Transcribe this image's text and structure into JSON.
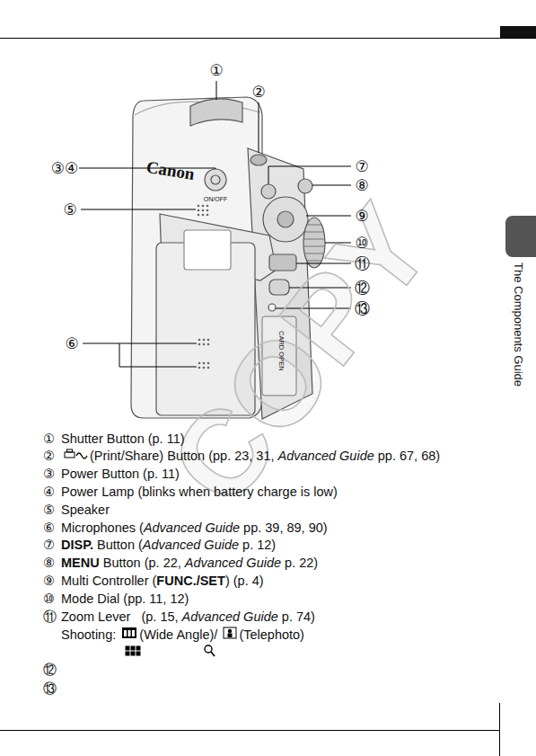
{
  "diagram": {
    "labels": [
      "①",
      "②",
      "③④",
      "⑤",
      "⑥",
      "⑦",
      "⑧",
      "⑨",
      "⑩",
      "⑪",
      "⑫",
      "⑬",
      "Canon",
      "ON/OFF",
      "CARD OPEN",
      "COPY",
      "The Components Guide",
      "①",
      "Shutter Button (p. 11)",
      "②",
      "(Print/Share) Button (pp. 23, 31, ",
      "Advanced Guide",
      " pp. 67, 68)",
      "③",
      "Power Button (p. 11)",
      "④",
      "Power Lamp (blinks when battery charge is low)",
      "⑤",
      "Speaker",
      "⑥",
      "Microphones (",
      "Advanced Guide",
      " pp. 39, 89, 90)",
      "⑦",
      "DISP.",
      " Button (",
      "Advanced Guide",
      " p. 12)",
      "⑧",
      "MENU",
      " Button (p. 22, ",
      "Advanced Guide",
      " p. 22)",
      "⑨",
      "Multi Controller (",
      "FUNC./SET",
      ") (p. 4)",
      "⑩",
      "Mode Dial (pp. 11, 12)",
      "⑪",
      "Zoom Lever   (p. 15, ",
      "Advanced Guide",
      " p. 74)",
      "Shooting: ",
      "(Wide Angle)/ ",
      "(Telephoto)",
      "⑫",
      "⑬"
    ]
  }
}
